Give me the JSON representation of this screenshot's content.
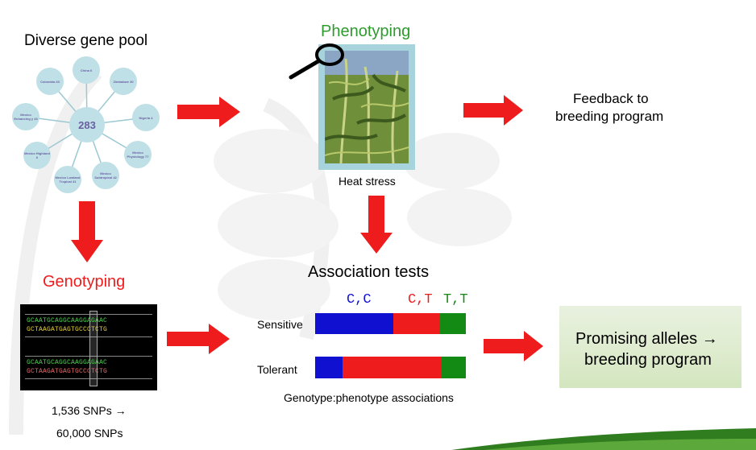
{
  "gene_pool": {
    "title": "Diverse gene pool",
    "hub": "283",
    "nodes": [
      "China 6",
      "Zimbabwe 30",
      "Nigeria 4",
      "Mexico Physiology 77",
      "Mexico Subtropical 42",
      "Mexico Lowland Tropical 41",
      "Mexico Highland 6",
      "Mexico Enhancing y 43",
      "Colombia 33"
    ]
  },
  "phenotyping": {
    "title": "Phenotyping",
    "caption": "Heat stress",
    "title_color": "#2e9b2e"
  },
  "feedback": {
    "line1": "Feedback to",
    "line2": "breeding program"
  },
  "genotyping": {
    "title": "Genotyping",
    "title_color": "#ee1c1c",
    "snp_line1": "1,536 SNPs →",
    "snp_line2": "60,000 SNPs",
    "sequences": [
      "GCAATGCAGGCAAGGAGAAC",
      "GCTAAGATGAGTGCCCTCTG",
      "GCAATGCAGGCAAGGAGAAC",
      "GCTAAGATGAGTGCCCTCTG"
    ]
  },
  "association": {
    "title": "Association tests",
    "alleles": [
      {
        "label": "C,C",
        "color": "#1010d0"
      },
      {
        "label": "C,T",
        "color": "#ee1c1c"
      },
      {
        "label": "T,T",
        "color": "#138a13"
      }
    ],
    "rows": [
      {
        "label": "Sensitive",
        "segments": [
          0.52,
          0.31,
          0.17
        ]
      },
      {
        "label": "Tolerant",
        "segments": [
          0.18,
          0.65,
          0.17
        ]
      }
    ],
    "caption": "Genotype:phenotype associations"
  },
  "promising": {
    "line1": "Promising alleles →",
    "line2": "breeding program"
  },
  "colors": {
    "arrow": "#ee1c1c",
    "bar_blue": "#1010d0",
    "bar_red": "#ee1c1c",
    "bar_green": "#138a13",
    "node_fill": "#bfe0e6"
  }
}
